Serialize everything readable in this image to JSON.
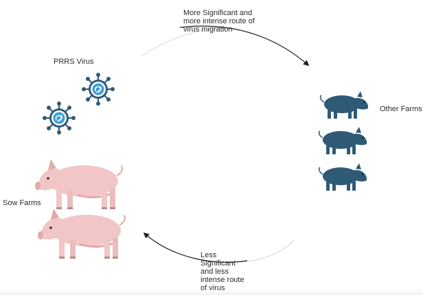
{
  "labels": {
    "virus": "PRRS Virus",
    "sow_farms": "Sow Farms",
    "other_farms": "Other Farms",
    "top_route": [
      "More Significant and",
      "more intense route of",
      "virus migration"
    ],
    "bottom_route": [
      "Less",
      "Significant",
      "and less",
      "intense route",
      "of virus"
    ]
  },
  "icons": {
    "virus": "prrs-virus-icon",
    "sow": "pink-pig-icon",
    "other": "blue-pig-icon"
  },
  "colors": {
    "virus_ring": "#2f5a78",
    "virus_core": "#3a9fd6",
    "sow_pig": "#f2c6c6",
    "sow_pig_shade": "#e3a9ab",
    "other_pig": "#2f5a75",
    "arrow": "#1f1f1f",
    "cycle_arc": "#d6d6d6"
  }
}
